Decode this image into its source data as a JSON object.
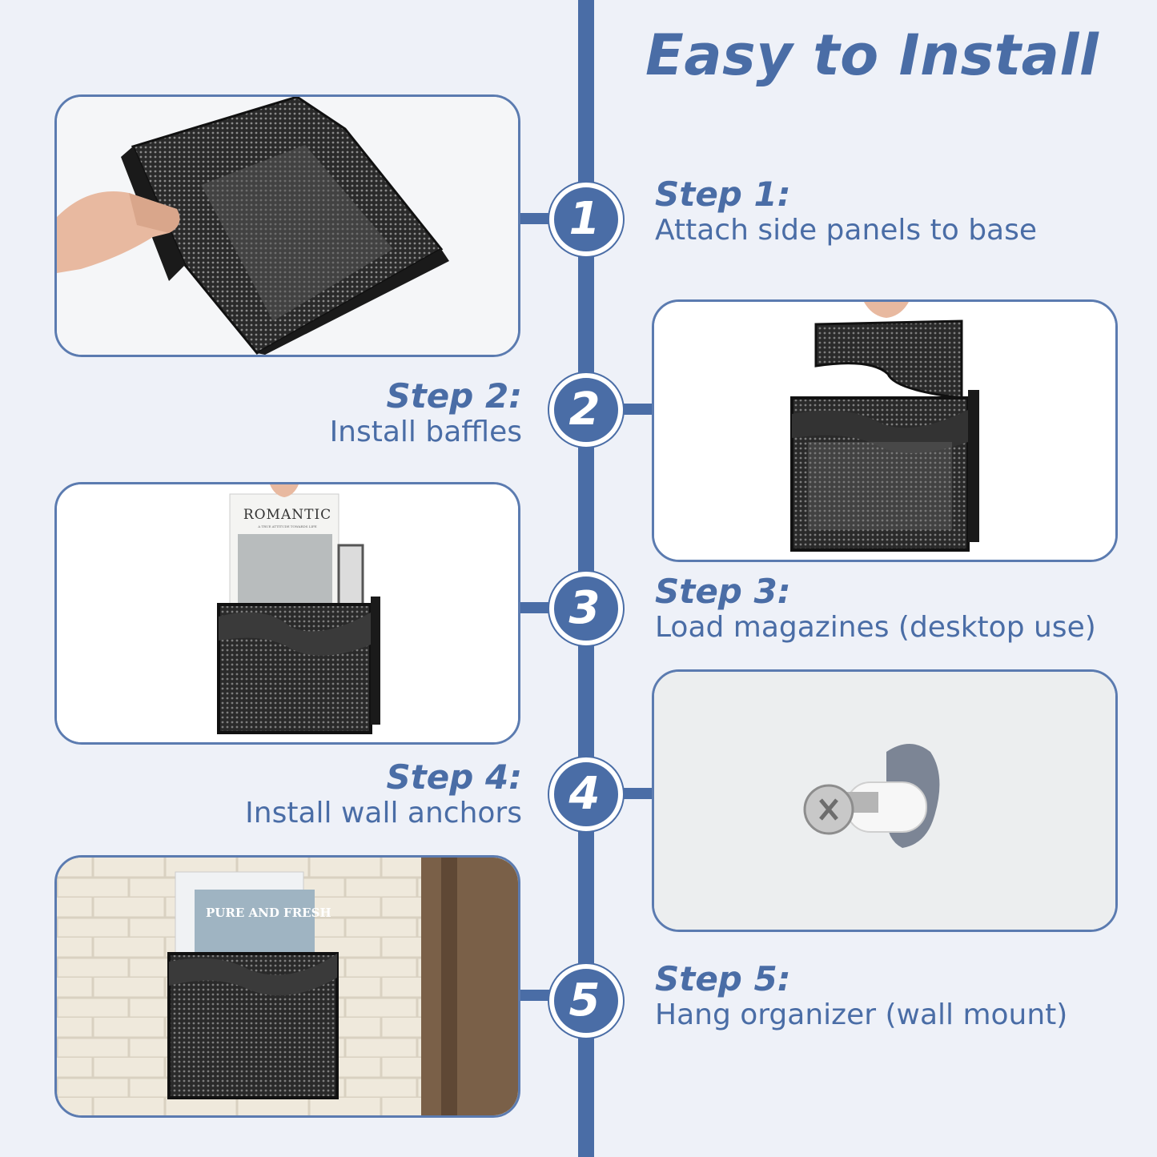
{
  "title": "Easy to Install",
  "steps": [
    {
      "number": "1",
      "heading": "Step 1:",
      "description": "Attach side panels to base"
    },
    {
      "number": "2",
      "heading": "Step 2:",
      "description": "Install baffles"
    },
    {
      "number": "3",
      "heading": "Step 3:",
      "description": "Load magazines (desktop use)"
    },
    {
      "number": "4",
      "heading": "Step 4:",
      "description": "Install wall anchors"
    },
    {
      "number": "5",
      "heading": "Step 5:",
      "description": "Hang organizer (wall mount)"
    }
  ],
  "photos": {
    "step3_magazine_title": "ROMANTIC",
    "step3_magazine_subtitle": "A TRUE ATTITUDE TOWARDS LIFE",
    "step5_magazine_title": "PURE AND FRESH"
  },
  "colors": {
    "accent": "#4a6da6",
    "background": "#eef1f8",
    "panel_border": "#5b7bb0"
  }
}
